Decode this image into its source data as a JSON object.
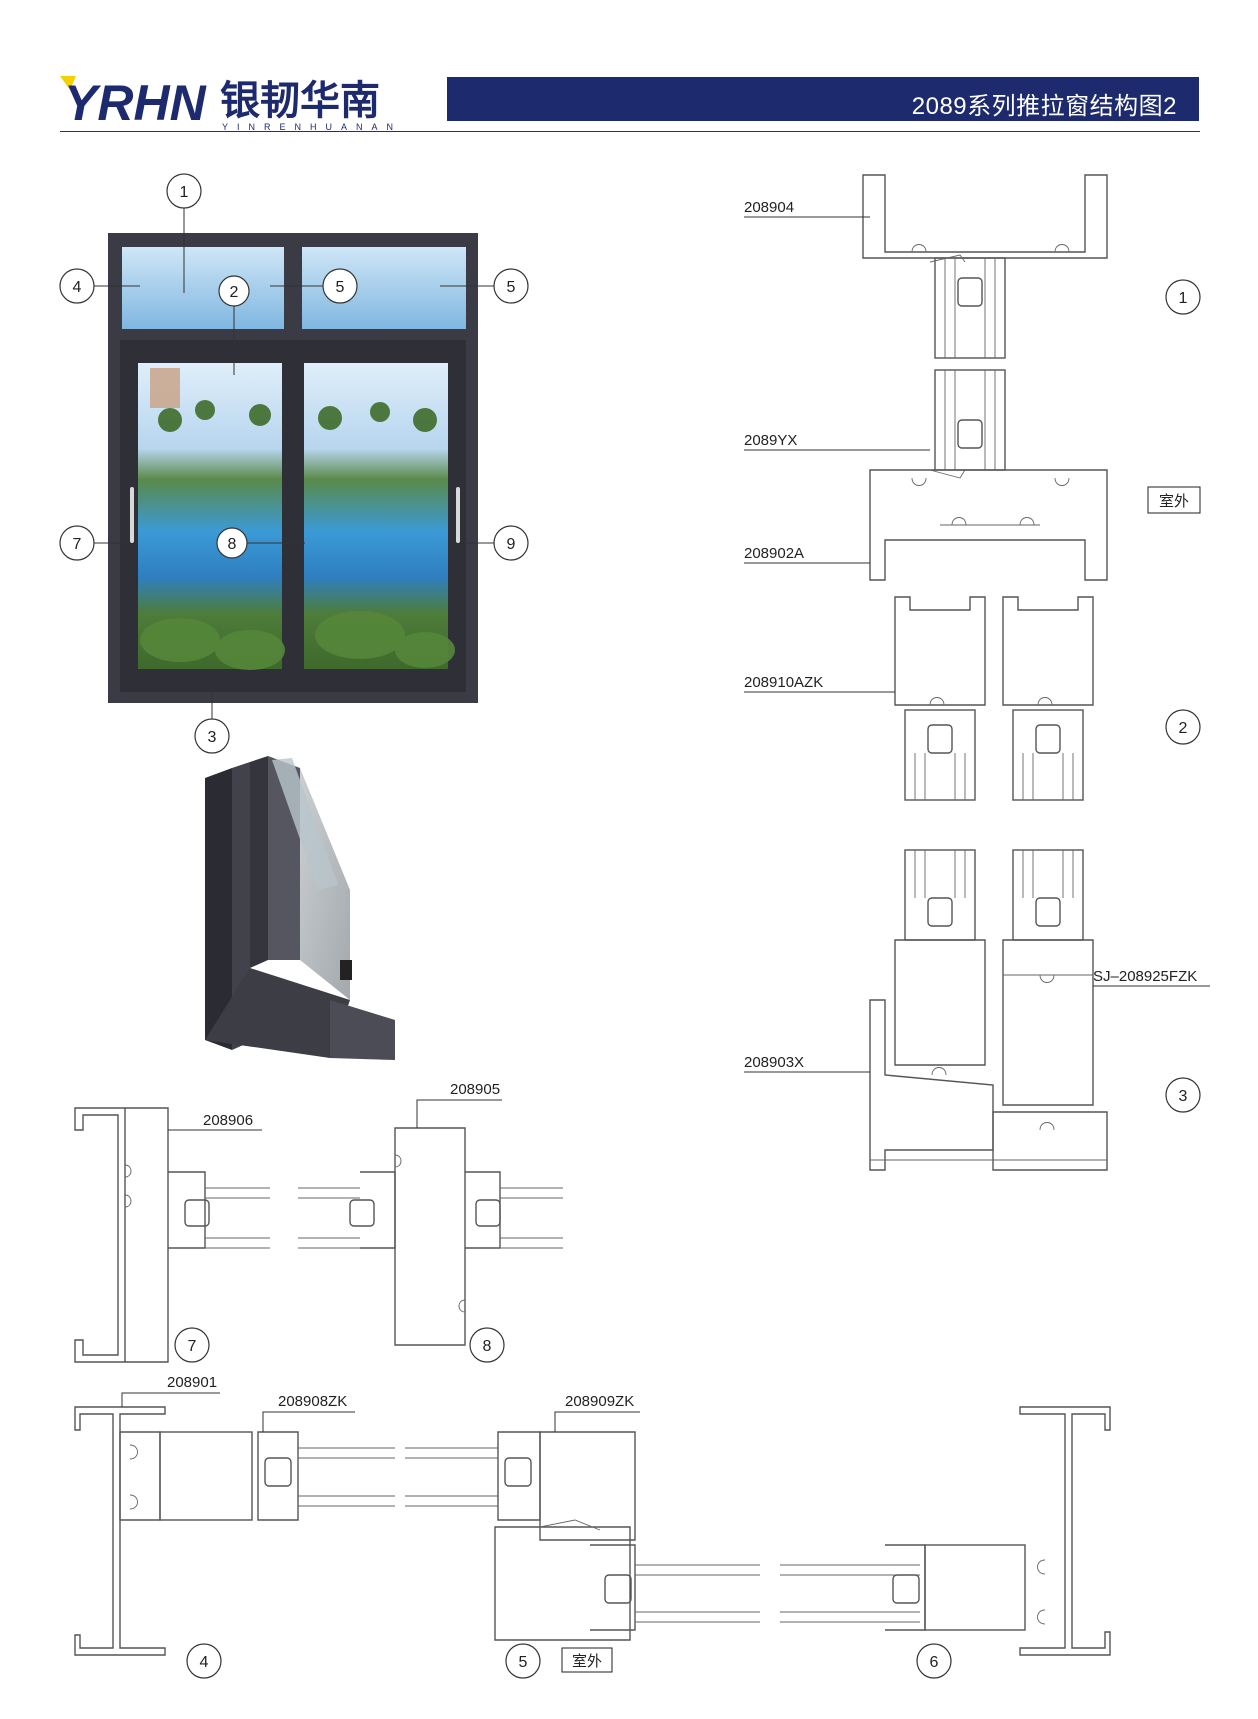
{
  "header": {
    "brand_chinese": "银韧华南",
    "brand_pinyin": "YINRENHUANAN",
    "logo_mark": "YRHN",
    "title": "2089系列推拉窗结构图2"
  },
  "colors": {
    "brand_navy": "#1e2a6e",
    "logo_yellow": "#f4d000",
    "frame_dark": "#3a3b44",
    "glass_blue": "#8fc3e6"
  },
  "callouts": {
    "window": [
      "1",
      "2",
      "3",
      "4",
      "5",
      "5",
      "7",
      "8",
      "9"
    ],
    "right_sections": [
      "1",
      "2",
      "3"
    ],
    "mid_sections": [
      "7",
      "8"
    ],
    "bottom_sections": [
      "4",
      "5",
      "6"
    ]
  },
  "profile_labels": {
    "p208904": "208904",
    "p2089YX": "2089YX",
    "p208902A": "208902A",
    "p208910AZK": "208910AZK",
    "pSJ208925FZK": "SJ–208925FZK",
    "p208903X": "208903X",
    "p208906": "208906",
    "p208905": "208905",
    "p208901": "208901",
    "p208908ZK": "208908ZK",
    "p208909ZK": "208909ZK"
  },
  "outdoor_label": "室外",
  "outdoor_label_bottom": "室外"
}
